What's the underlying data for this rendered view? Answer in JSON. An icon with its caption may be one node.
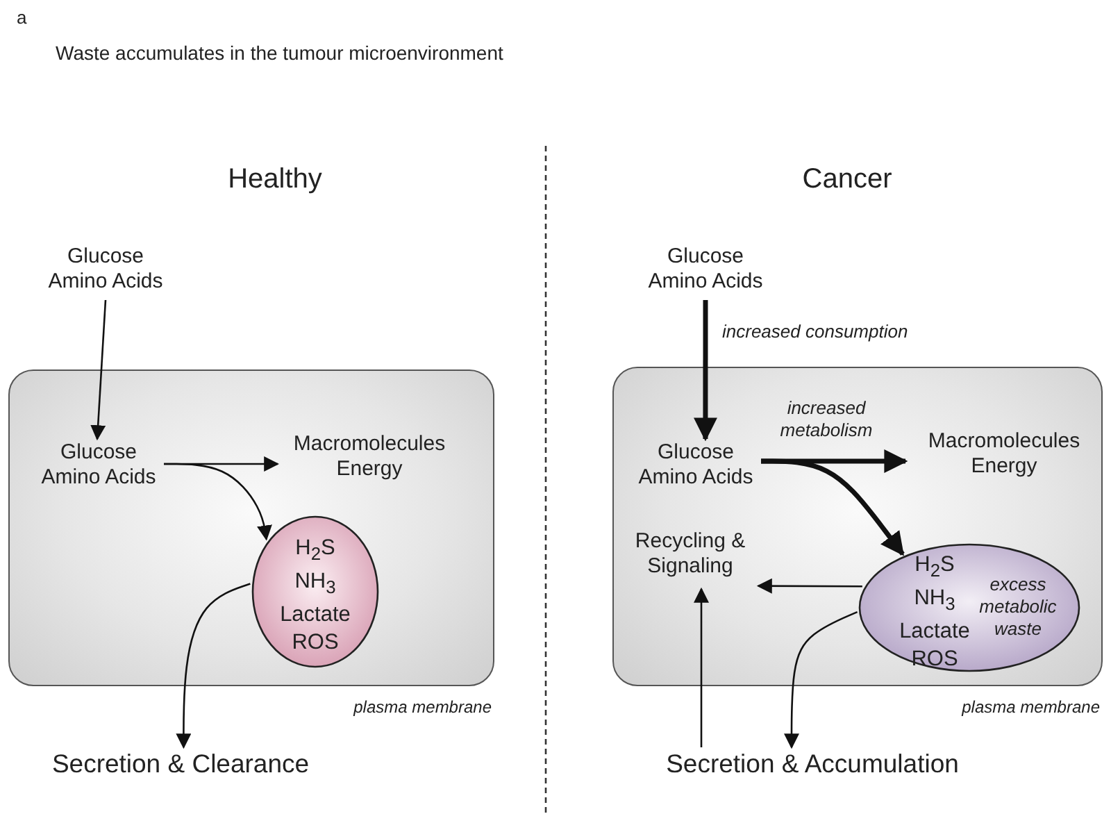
{
  "diagram": {
    "title": "Waste accumulates in the tumour microenvironment",
    "nodes": [
      {
        "text": [],
        "shape": "box",
        "beside": [
          "plasma membrane"
        ]
      },
      {
        "text": [
          "Glucose Amino Acids"
        ]
      },
      {
        "text": [
          "Glucose Amino Acids"
        ],
        "in": 0
      },
      {
        "text": [
          "Macromolecules Energy"
        ],
        "in": 0
      },
      {
        "text": [
          "H$_{2}$S NH$_{3}$ Lactate ROS"
        ],
        "in": 0
      },
      {
        "text": [
          "Secretion & Clearance"
        ]
      },
      {
        "text": [],
        "shape": "box",
        "beside": [
          "plasma membrane"
        ]
      },
      {
        "text": [
          "Glucose Amino Acids"
        ]
      },
      {
        "text": [
          "Glucose Amino Acids"
        ],
        "in": 6
      },
      {
        "text": [
          "Macromolecules Energy"
        ],
        "in": 6
      },
      {
        "text": [
          "H$_{2}$S NH$_{3}$ Lactate ROS",
          "excess metabolic waste"
        ],
        "in": 6
      },
      {
        "text": [
          "Recycling & Signaling"
        ],
        "in": 6
      },
      {
        "text": [
          "Secretion & Accumulation"
        ]
      }
    ],
    "edges": [
      {
        "from": 1,
        "to": 2,
        "arrow": "to"
      },
      {
        "from": 2,
        "to": 3,
        "arrow": "to"
      },
      {
        "from": 2,
        "to": 4,
        "arrow": "to"
      },
      {
        "from": 4,
        "to": 5,
        "arrow": "to"
      },
      {
        "from": 7,
        "to": 8,
        "arrow": "to",
        "style": "thick",
        "label": "increased consumption"
      },
      {
        "from": 8,
        "to": 9,
        "arrow": "to",
        "style": "thick",
        "label": "increased metabolism"
      },
      {
        "from": 8,
        "to": 10,
        "arrow": "to",
        "style": "thick"
      },
      {
        "from": 10,
        "to": 11,
        "arrow": "to"
      },
      {
        "from": 10,
        "to": 12,
        "arrow": "to"
      },
      {
        "from": 12,
        "to": 11,
        "arrow": "to"
      }
    ],
    "labels": [
      "a",
      "Healthy",
      "Cancer"
    ]
  }
}
